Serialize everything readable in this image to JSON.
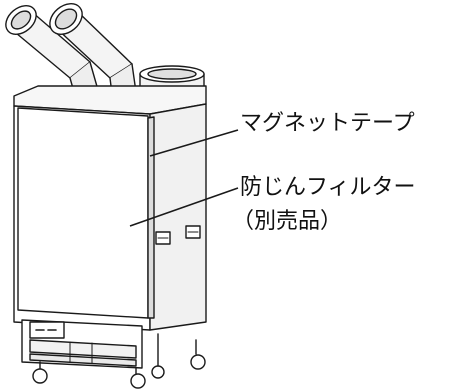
{
  "labels": {
    "magnet_tape": "マグネットテープ",
    "dust_filter": "防じんフィルター",
    "dust_filter_note": "（別売品）"
  },
  "colors": {
    "line": "#1a1a1a",
    "body": "#ffffff",
    "shade": "#e8e8e8"
  }
}
